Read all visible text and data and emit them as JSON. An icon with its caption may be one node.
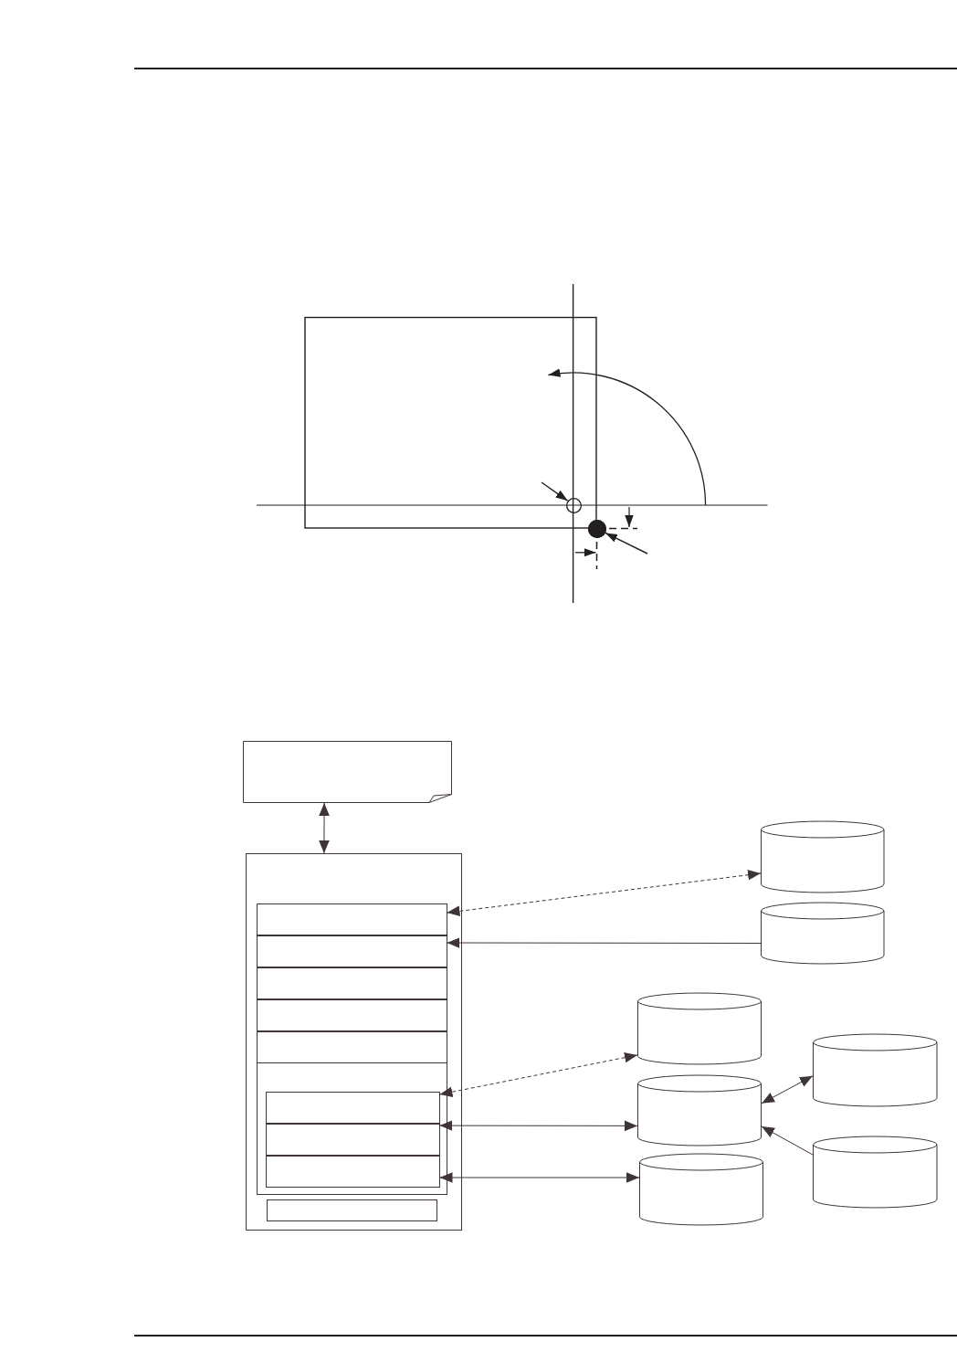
{
  "diagram": {
    "nodes": [
      {
        "text": [],
        "shape": "circle"
      },
      {
        "text": [],
        "shape": "circle"
      },
      {
        "text": [],
        "shape": "document"
      },
      {
        "text": [],
        "shape": "box"
      },
      {
        "text": [],
        "shape": "box",
        "in": 3
      },
      {
        "text": [],
        "shape": "box",
        "in": 4
      },
      {
        "text": [],
        "shape": "box",
        "in": 4
      },
      {
        "text": [],
        "shape": "box",
        "in": 4
      },
      {
        "text": [],
        "shape": "box",
        "in": 4
      },
      {
        "text": [],
        "shape": "box",
        "in": 4
      },
      {
        "text": [],
        "shape": "box",
        "in": 4
      },
      {
        "text": [],
        "shape": "box",
        "in": 10
      },
      {
        "text": [],
        "shape": "box",
        "in": 10
      },
      {
        "text": [],
        "shape": "box",
        "in": 10
      },
      {
        "text": [],
        "shape": "box",
        "in": 3
      },
      {
        "text": [],
        "shape": "cylinder"
      },
      {
        "text": [],
        "shape": "cylinder"
      },
      {
        "text": [],
        "shape": "cylinder"
      },
      {
        "text": [],
        "shape": "cylinder"
      },
      {
        "text": [],
        "shape": "cylinder"
      },
      {
        "text": [],
        "shape": "cylinder"
      },
      {
        "text": [],
        "shape": "cylinder"
      }
    ],
    "edges": [
      {
        "from": null,
        "to": 0,
        "arrow": "to"
      },
      {
        "from": null,
        "to": 1,
        "arrow": "to"
      },
      {
        "from": 2,
        "to": 3,
        "arrow": "both"
      },
      {
        "from": 5,
        "to": 15,
        "arrow": "both",
        "style": "dashed"
      },
      {
        "from": 16,
        "to": 6,
        "arrow": "to"
      },
      {
        "from": 11,
        "to": 17,
        "arrow": "both",
        "style": "dashed"
      },
      {
        "from": 12,
        "to": 18,
        "arrow": "both"
      },
      {
        "from": 13,
        "to": 19,
        "arrow": "both"
      },
      {
        "from": 18,
        "to": 20,
        "arrow": "both"
      },
      {
        "from": 21,
        "to": 18,
        "arrow": "to"
      }
    ]
  }
}
